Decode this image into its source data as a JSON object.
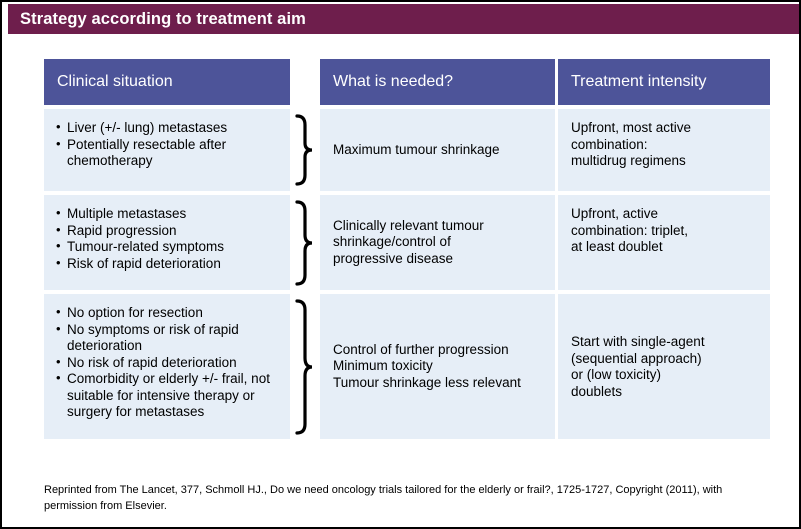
{
  "slide": {
    "title": "Strategy according to treatment aim",
    "title_bar_color": "#6e1e4c",
    "header_color": "#4d5499",
    "cell_color": "#e6eef7"
  },
  "table": {
    "headers": [
      {
        "label": "Clinical situation"
      },
      {
        "label": "What is needed?"
      },
      {
        "label": "Treatment intensity"
      }
    ],
    "rows": [
      {
        "clinical_situation": [
          "Liver (+/- lung) metastases",
          "Potentially resectable after chemotherapy"
        ],
        "what_is_needed": [
          "Maximum tumour shrinkage"
        ],
        "treatment_intensity": [
          "Upfront, most active",
          "combination:",
          "multidrug regimens"
        ],
        "brace": "right-curly-brace"
      },
      {
        "clinical_situation": [
          "Multiple metastases",
          "Rapid progression",
          "Tumour-related symptoms",
          "Risk of rapid deterioration"
        ],
        "what_is_needed": [
          "Clinically relevant tumour",
          "shrinkage/control of",
          "progressive disease"
        ],
        "treatment_intensity": [
          "Upfront, active",
          "combination: triplet,",
          "at least doublet"
        ],
        "brace": "right-curly-brace"
      },
      {
        "clinical_situation": [
          "No option for resection",
          "No symptoms or risk of rapid deterioration",
          "No risk of rapid deterioration",
          "Comorbidity or elderly +/- frail, not suitable for intensive therapy or surgery for metastases"
        ],
        "what_is_needed": [
          "Control of further progression",
          "Minimum toxicity",
          "Tumour shrinkage less relevant"
        ],
        "treatment_intensity": [
          "Start with single-agent",
          "(sequential approach)",
          "or (low toxicity)",
          "doublets"
        ],
        "brace": "right-curly-brace"
      }
    ]
  },
  "footer": {
    "citation": "Reprinted from The Lancet, 377, Schmoll HJ., Do we need oncology trials tailored for the elderly or frail?, 1725-1727, Copyright (2011), with permission from Elsevier."
  }
}
